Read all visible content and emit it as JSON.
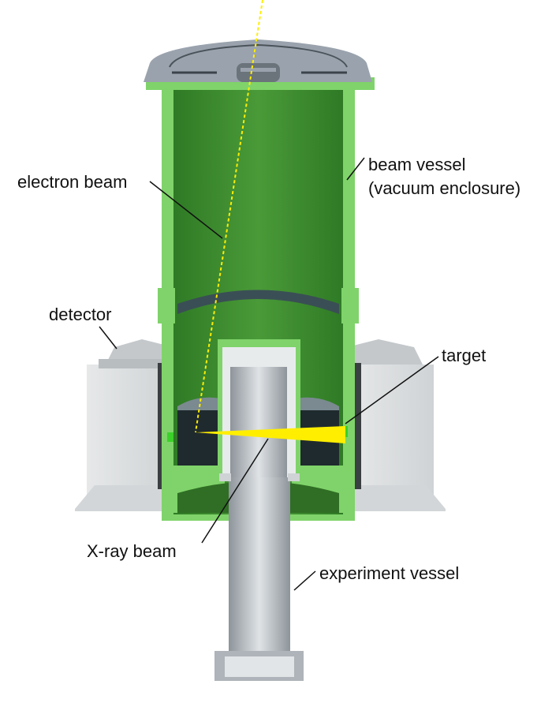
{
  "labels": {
    "electron_beam": "electron beam",
    "beam_vessel_line1": "beam vessel",
    "beam_vessel_line2": "(vacuum enclosure)",
    "detector": "detector",
    "target": "target",
    "xray_beam": "X-ray beam",
    "experiment_vessel": "experiment vessel"
  },
  "colors": {
    "vessel_green": "#7fd36a",
    "vessel_inner_green": "#3f8a30",
    "metal_gray": "#a9b0b8",
    "detector_gray": "#dfe2e3",
    "beam_yellow": "#ffee00"
  }
}
